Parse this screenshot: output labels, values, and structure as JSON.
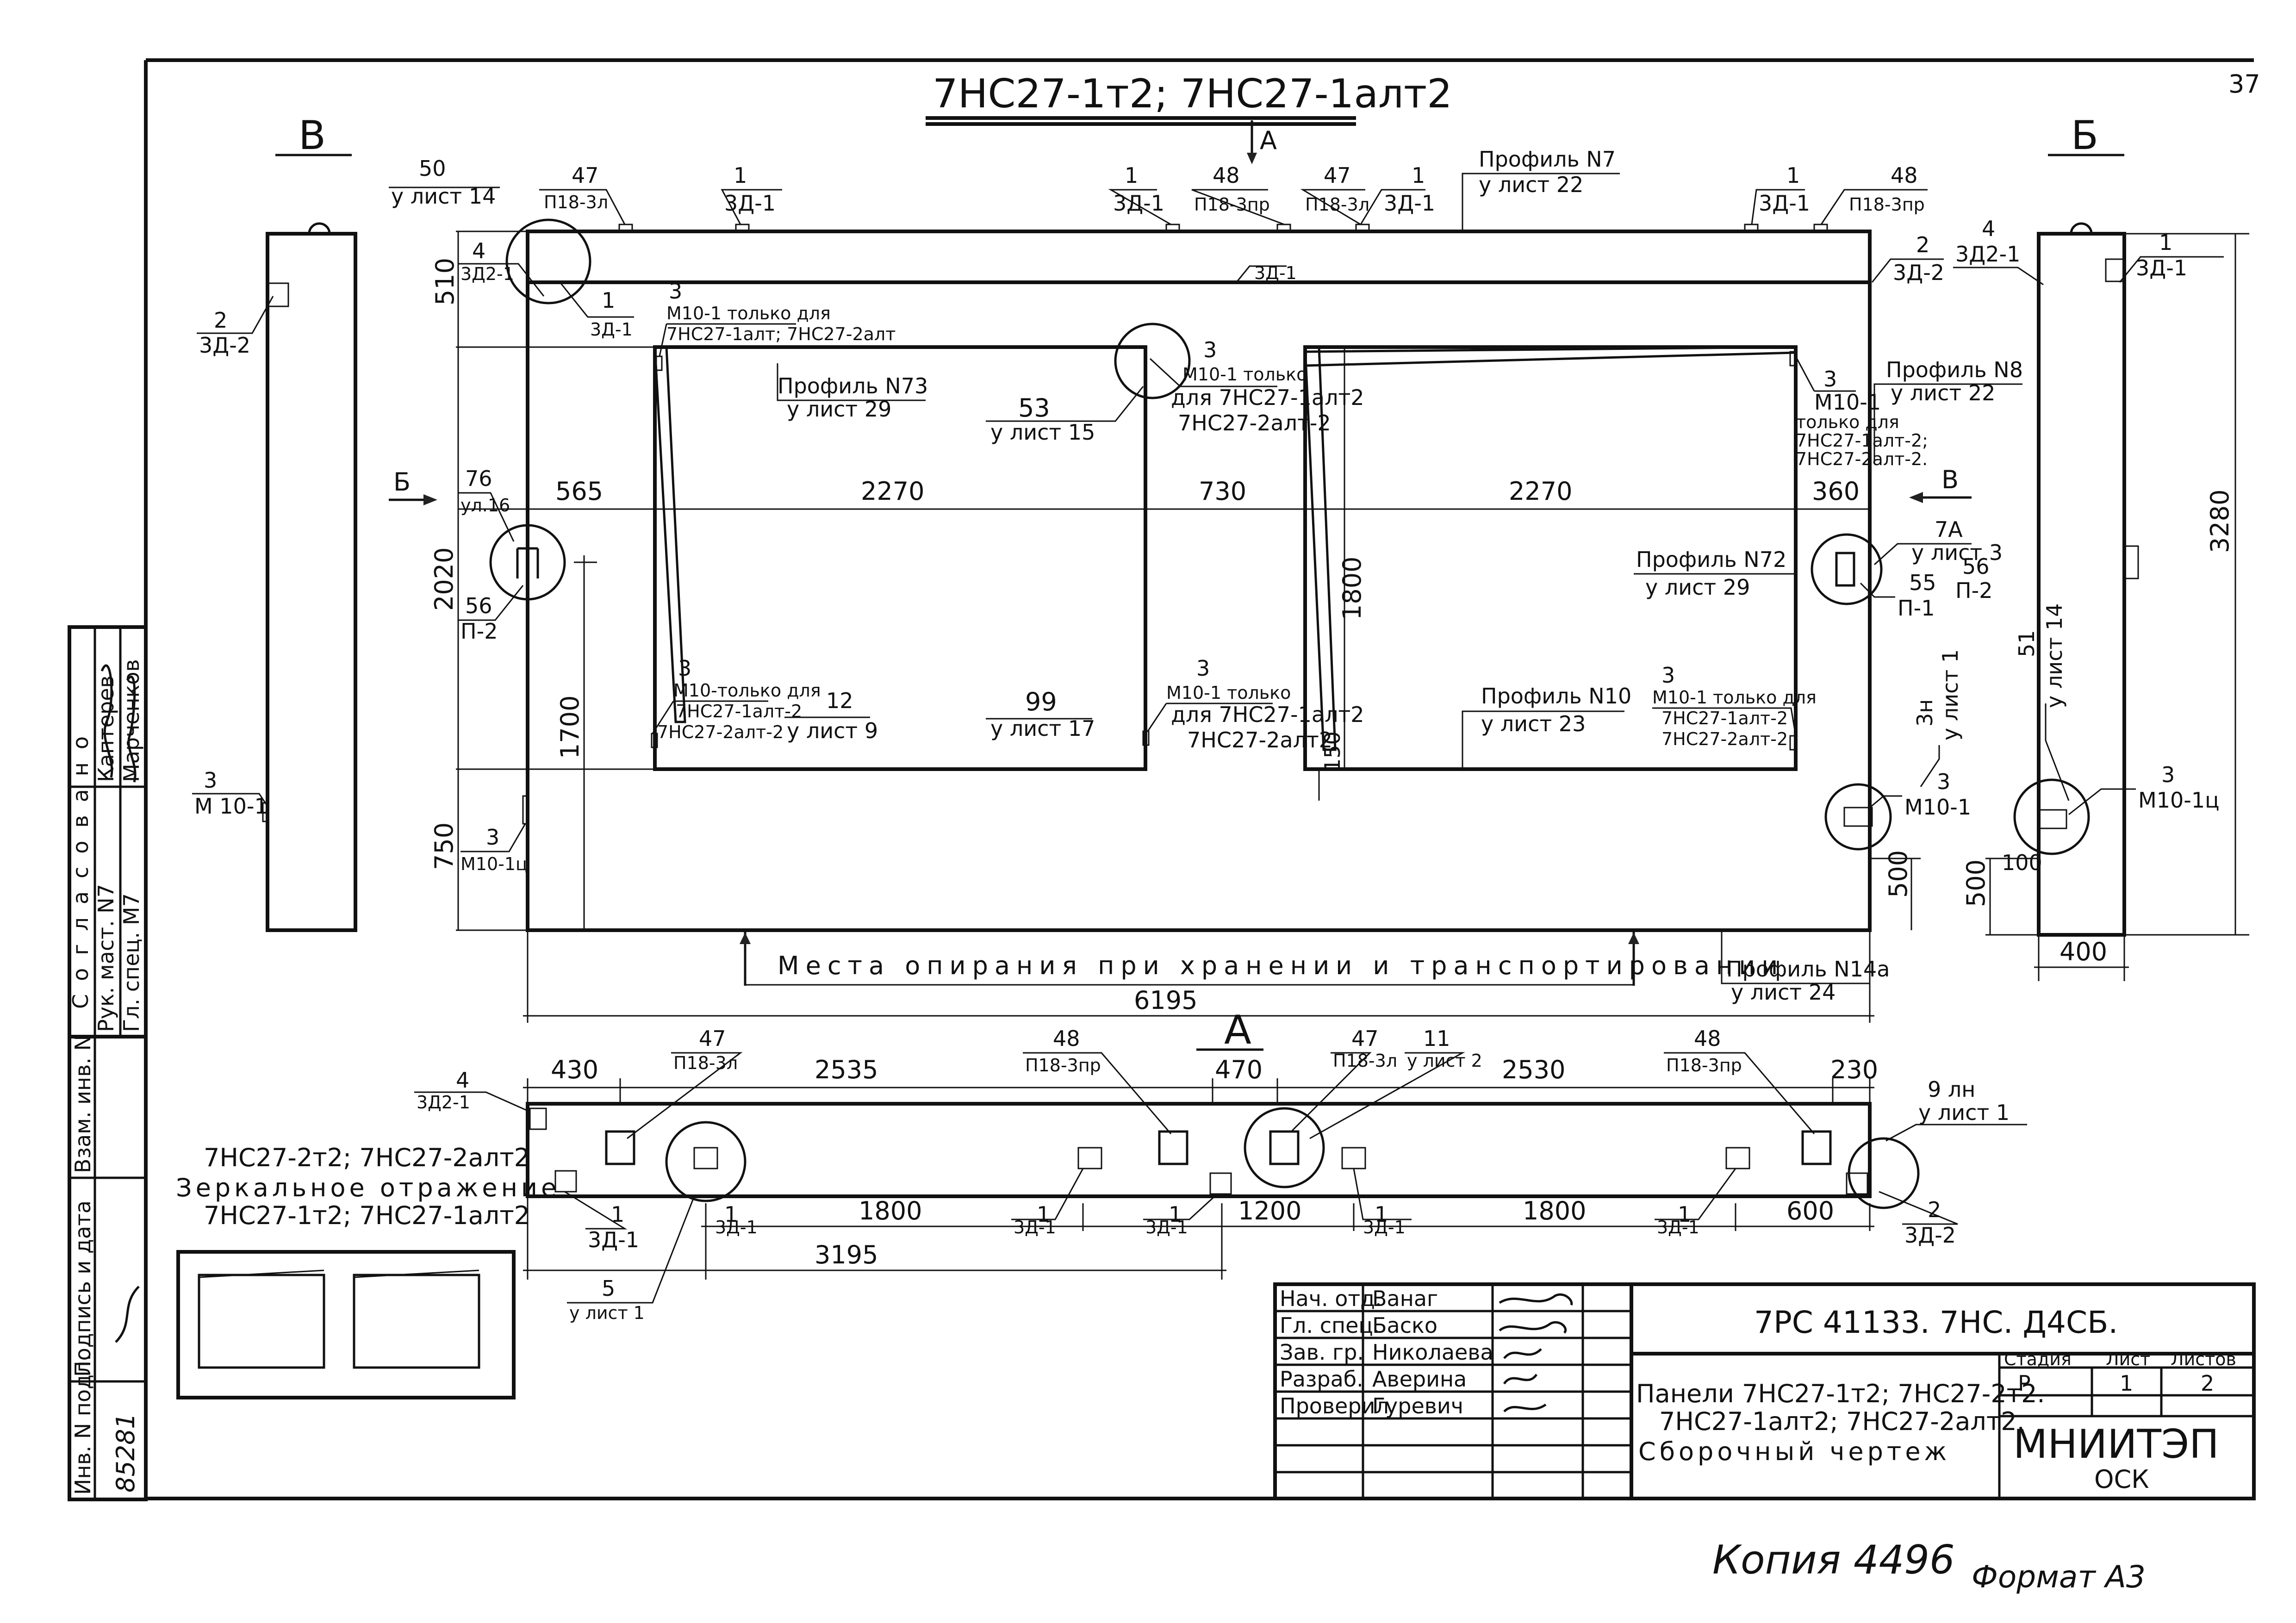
{
  "page_number": "37",
  "title_main": "7НС27-1т2; 7НС27-1алт2",
  "section_mark_a": "А",
  "section_mark_b": "Б",
  "section_mark_v": "В",
  "left_section": {
    "title": "В",
    "label_top_num": "2",
    "label_top_code": "3Д-2",
    "label_bot_num": "3",
    "label_bot_code": "М 10-1"
  },
  "right_section": {
    "title": "Б",
    "l4_num": "4",
    "l4_code": "3Д2-1",
    "l1_num": "1",
    "l1_code": "3Д-1",
    "l3_num": "3",
    "l3_code": "М10-1ц",
    "dim_height": "3280",
    "dim_500": "500",
    "dim_100": "100",
    "dim_width": "400",
    "l51_num": "51",
    "l51_ref": "у лист 14"
  },
  "elevation": {
    "callouts": {
      "c50_num": "50",
      "c50_ref": "у лист 14",
      "c47a_num": "47",
      "c47a_code": "П18-3л",
      "c1a_num": "1",
      "c1a_code": "3Д-1",
      "c1b_num": "1",
      "c1b_code": "3Д-1",
      "c48a_num": "48",
      "c48a_code": "П18-3пр",
      "c47b_num": "47",
      "c47b_code": "П18-3л",
      "c1c_num": "1",
      "c1c_code": "3Д-1",
      "profile7": "Профиль N7",
      "profile7_ref": "у лист 22",
      "c1d_num": "1",
      "c1d_code": "3Д-1",
      "c48b_num": "48",
      "c48b_code": "П18-3пр",
      "c4_num": "4",
      "c4_code": "3Д2-1",
      "c1e_num": "1",
      "c1e_code": "3Д-1",
      "c1f_num": "1",
      "c1f_code": "3Д-1",
      "c2_num": "2",
      "c2_code": "3Д-2",
      "c3a_num": "3",
      "c3a_text1": "М10-1 только для",
      "c3a_text2": "7НС27-1алт; 7НС27-2алт",
      "profile73": "Профиль N73",
      "profile73_ref": "у лист 29",
      "c3b_num": "3",
      "c3b_text1": "М10-1 только",
      "c3b_text2": "для 7НС27-1алт2",
      "c3b_text3": "7НС27-2алт-2",
      "c53_num": "53",
      "c53_ref": "у лист 15",
      "c3c_num": "3",
      "c3c_text1": "М10-1",
      "c3c_text2": "только для",
      "c3c_text3": "7НС27-1алт-2;",
      "c3c_text4": "7НС27-2алт-2.",
      "profile8": "Профиль N8",
      "profile8_ref": "у лист 22",
      "c76_num": "76",
      "c76_ref": "ул.16",
      "c56a_num": "56",
      "c56a_code": "П-2",
      "profile72": "Профиль N72",
      "profile72_ref": "у лист 29",
      "c7a_num": "7А",
      "c7a_ref": "у лист 3",
      "c55_num": "55",
      "c55_code": "П-1",
      "c56b_num": "56",
      "c56b_code": "П-2",
      "c3h_num": "3н",
      "c3h_ref": "у лист 1",
      "c3d_num": "3",
      "c3d_text1": "М10-только для",
      "c3d_text2": "7НС27-1алт-2",
      "c3d_text3": "7НС27-2алт-2",
      "c12_num": "12",
      "c12_ref": "у лист 9",
      "c99_num": "99",
      "c99_ref": "у лист 17",
      "c3e_num": "3",
      "c3e_text1": "М10-1 только",
      "c3e_text2": "для 7НС27-1алт2",
      "c3e_text3": "7НС27-2алт2",
      "profile10": "Профиль N10",
      "profile10_ref": "у лист 23",
      "c3f_num": "3",
      "c3f_text1": "М10-1 только для",
      "c3f_text2": "7НС27-1алт-2",
      "c3f_text3": "7НС27-2алт-2",
      "c3g_num": "3",
      "c3g_code": "М10-1ц",
      "c3k_num": "3",
      "c3k_code": "М10-1",
      "profile14": "Профиль N14а",
      "profile14_ref": "у лист 24"
    },
    "dims": {
      "d565": "565",
      "d2270a": "2270",
      "d730": "730",
      "d2270b": "2270",
      "d360": "360",
      "d510": "510",
      "d2020": "2020",
      "d750": "750",
      "d1700": "1700",
      "d1800": "1800",
      "d150": "150",
      "d500": "500",
      "d6195": "6195"
    },
    "support_text": "Места опирания при хранении и транспортировании"
  },
  "plan": {
    "title": "А",
    "d430": "430",
    "d2535": "2535",
    "d470": "470",
    "d2530": "2530",
    "d230": "230",
    "d1800a": "1800",
    "d1200": "1200",
    "d1800b": "1800",
    "d600": "600",
    "d3195": "3195",
    "c4_num": "4",
    "c4_code": "3Д2-1",
    "c47a_num": "47",
    "c47a_code": "П18-3л",
    "c48a_num": "48",
    "c48a_code": "П18-3пр",
    "c47b_num": "47",
    "c47b_code": "П18-3л",
    "c11_num": "11",
    "c11_ref": "у лист 2",
    "c48b_num": "48",
    "c48b_code": "П18-3пр",
    "c9_num": "9 лн",
    "c9_ref": "у лист 1",
    "c1a_num": "1",
    "c1a_code": "3Д-1",
    "c1b_num": "1",
    "c1b_code": "3Д-1",
    "c1c_num": "1",
    "c1c_code": "3Д-1",
    "c1d_num": "1",
    "c1d_code": "3Д-1",
    "c1e_num": "1",
    "c1e_code": "3Д-1",
    "c1f_num": "1",
    "c1f_code": "3Д-1",
    "c2_num": "2",
    "c2_code": "3Д-2",
    "c5_num": "5",
    "c5_ref": "у лист 1"
  },
  "mirror_note": {
    "line1": "7НС27-2т2; 7НС27-2алт2",
    "line2": "Зеркальное отражение",
    "line3": "7НС27-1т2; 7НС27-1алт2"
  },
  "approval": {
    "header": "Согласовано",
    "row1_role": "Рук. маст. N7",
    "row1_name": "Каптерев",
    "row2_role": "Гл. спец. М7",
    "row2_name": "Марченков",
    "col_inv": "Инв. N подл.",
    "col_sign": "Подпись и дата",
    "col_vzam": "Взам. инв. N",
    "inv_value": "85281"
  },
  "title_block": {
    "rows": [
      {
        "role": "Нач. отд.",
        "name": "Ванаг"
      },
      {
        "role": "Гл. спец.",
        "name": "Баско"
      },
      {
        "role": "Зав. гр.",
        "name": "Николаева"
      },
      {
        "role": "Разраб.",
        "name": "Аверина"
      },
      {
        "role": "Проверил",
        "name": "Гуревич"
      }
    ],
    "code": "7РС 41133. 7НС. Д4СБ.",
    "name_line1": "Панели 7НС27-1т2; 7НС27-2т2.",
    "name_line2": "7НС27-1алт2; 7НС27-2алт2.",
    "name_line3": "Сборочный чертеж",
    "col_stage": "Стадия",
    "col_sheet": "Лист",
    "col_sheets": "Листов",
    "stage": "Р",
    "sheet": "1",
    "sheets": "2",
    "org_line1": "МНИИТЭП",
    "org_line2": "ОСК"
  },
  "footer": {
    "copy": "Копия 4496",
    "format": "Формат А3"
  }
}
